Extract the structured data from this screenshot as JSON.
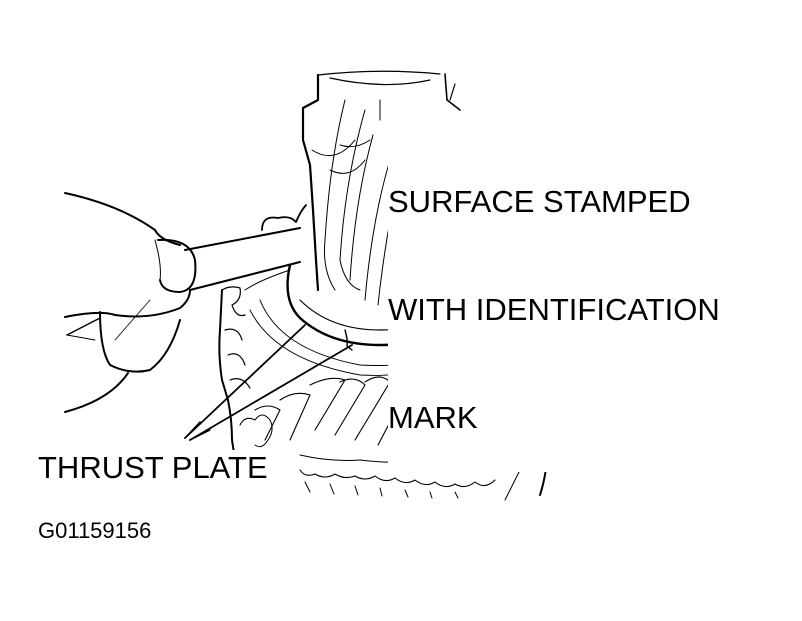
{
  "figure": {
    "subject": "gear-shaft-thrust-plate-illustration",
    "colors": {
      "line": "#000000",
      "background": "#ffffff"
    }
  },
  "callouts": {
    "surface_mark": {
      "line1": "SURFACE STAMPED",
      "line2": "WITH IDENTIFICATION",
      "line3": "MARK"
    },
    "thrust_plate": {
      "label": "THRUST PLATE"
    }
  },
  "figure_id": "G01159156"
}
